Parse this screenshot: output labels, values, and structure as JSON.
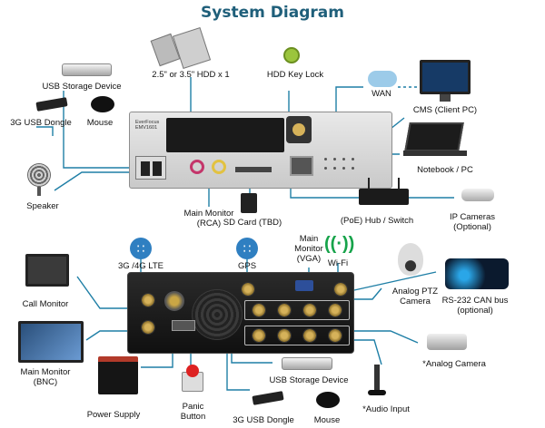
{
  "title": "System Diagram",
  "labels": {
    "usb_storage_top": "USB Storage Device",
    "hdd": "2.5\" or 3.5\" HDD x 1",
    "hdd_key_lock": "HDD Key Lock",
    "wan": "WAN",
    "dongle_top": "3G USB Dongle",
    "mouse_top": "Mouse",
    "cms": "CMS (Client PC)",
    "notebook": "Notebook / PC",
    "speaker": "Speaker",
    "main_monitor_rca": "Main Monitor\n(RCA)",
    "sd_card": "SD Card (TBD)",
    "poe_hub": "(PoE) Hub / Switch",
    "ip_cameras": "IP Cameras\n(Optional)",
    "lte": "3G /4G LTE",
    "gps": "GPS",
    "main_monitor_vga": "Main\nMonitor\n(VGA)",
    "wifi": "Wi-Fi",
    "call_monitor": "Call Monitor",
    "analog_ptz": "Analog PTZ\nCamera",
    "rs232": "RS-232 CAN bus\n(optional)",
    "main_monitor_bnc": "Main Monitor\n(BNC)",
    "analog_camera": "*Analog Camera",
    "usb_storage_bottom": "USB Storage Device",
    "power_supply": "Power Supply",
    "panic_button": "Panic\nButton",
    "dongle_bottom": "3G USB Dongle",
    "mouse_bottom": "Mouse",
    "audio_input": "*Audio Input"
  },
  "device_text": {
    "front_logo": "EverFocus\nEMV1601"
  },
  "colors": {
    "title": "#1f5f7a",
    "wire": "#1f7fa6",
    "antenna": "#2f7fc1",
    "wifi": "#16a34a"
  },
  "icons": {
    "lte": "cell-tower-icon",
    "gps": "satellite-icon",
    "wifi": "wifi-icon"
  }
}
